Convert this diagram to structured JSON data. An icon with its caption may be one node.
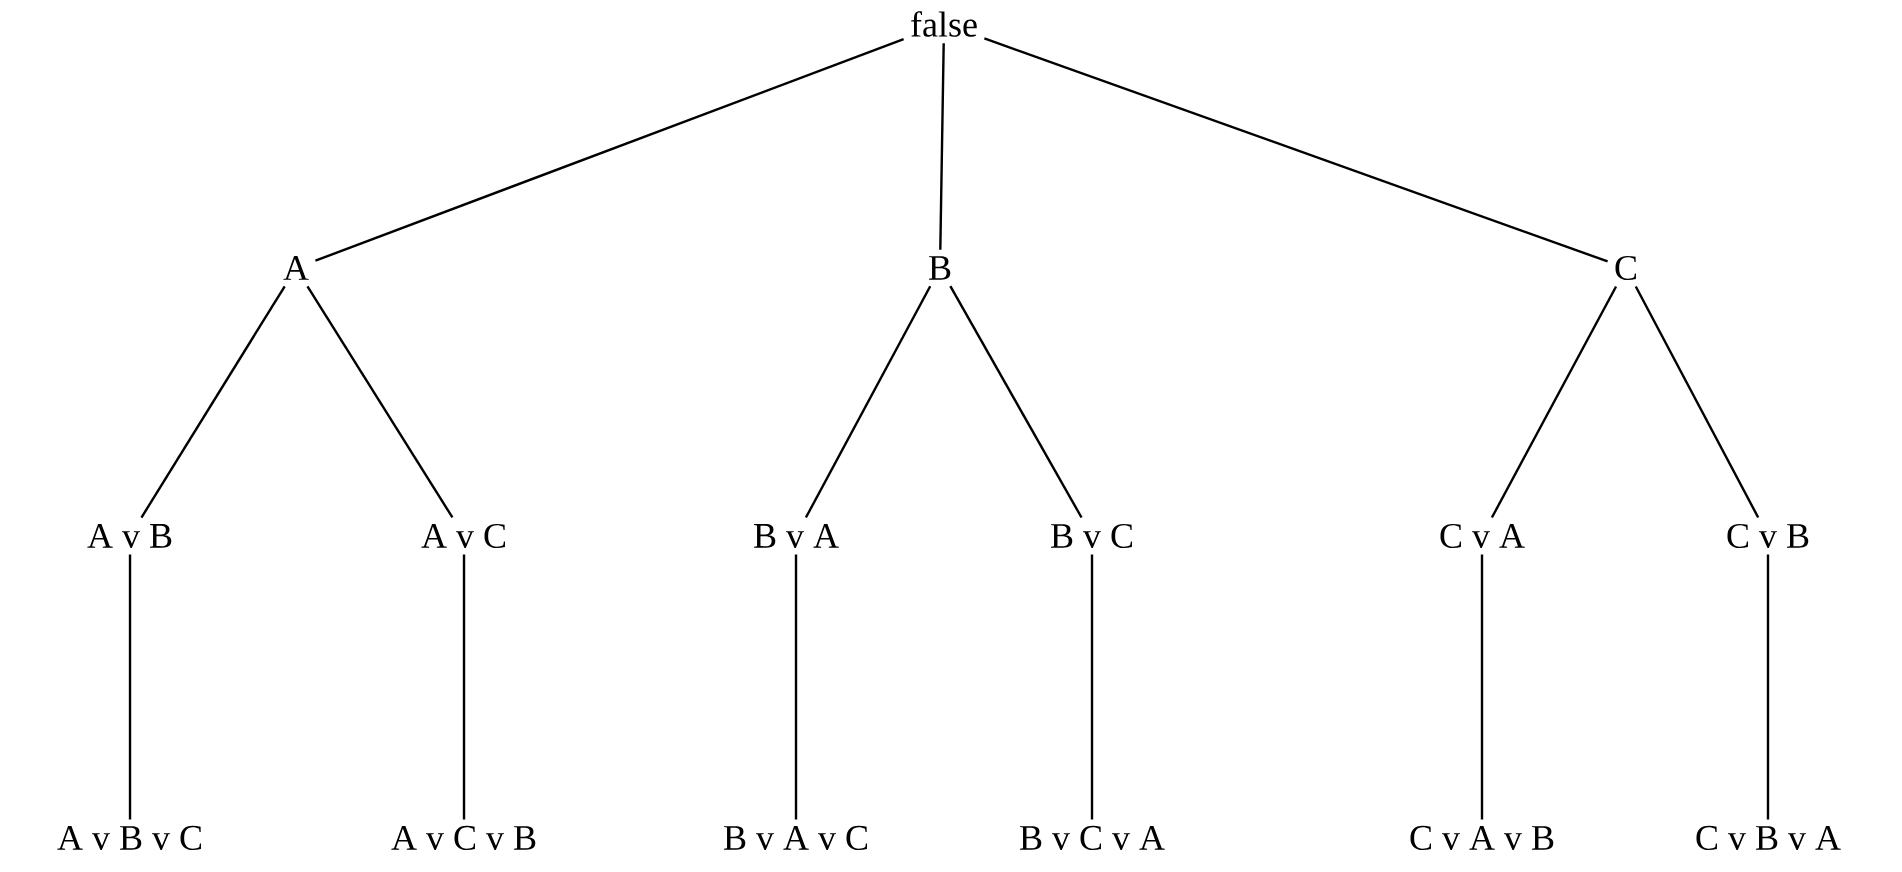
{
  "diagram": {
    "nodes": [
      {
        "text": [
          "false"
        ]
      },
      {
        "text": [
          "A"
        ]
      },
      {
        "text": [
          "B"
        ]
      },
      {
        "text": [
          "C"
        ]
      },
      {
        "text": [
          "A v B"
        ]
      },
      {
        "text": [
          "A v C"
        ]
      },
      {
        "text": [
          "B v A"
        ]
      },
      {
        "text": [
          "B v C"
        ]
      },
      {
        "text": [
          "C v A"
        ]
      },
      {
        "text": [
          "C v B"
        ]
      },
      {
        "text": [
          "A v B v C"
        ]
      },
      {
        "text": [
          "A v C v B"
        ]
      },
      {
        "text": [
          "B v A v C"
        ]
      },
      {
        "text": [
          "B v C v A"
        ]
      },
      {
        "text": [
          "C v A v B"
        ]
      },
      {
        "text": [
          "C v B v A"
        ]
      }
    ],
    "edges": [
      {
        "from": 0,
        "to": 1,
        "arrow": "none"
      },
      {
        "from": 0,
        "to": 2,
        "arrow": "none"
      },
      {
        "from": 0,
        "to": 3,
        "arrow": "none"
      },
      {
        "from": 1,
        "to": 4,
        "arrow": "none"
      },
      {
        "from": 1,
        "to": 5,
        "arrow": "none"
      },
      {
        "from": 2,
        "to": 6,
        "arrow": "none"
      },
      {
        "from": 2,
        "to": 7,
        "arrow": "none"
      },
      {
        "from": 3,
        "to": 8,
        "arrow": "none"
      },
      {
        "from": 3,
        "to": 9,
        "arrow": "none"
      },
      {
        "from": 4,
        "to": 10,
        "arrow": "none"
      },
      {
        "from": 5,
        "to": 11,
        "arrow": "none"
      },
      {
        "from": 6,
        "to": 12,
        "arrow": "none"
      },
      {
        "from": 7,
        "to": 13,
        "arrow": "none"
      },
      {
        "from": 8,
        "to": 14,
        "arrow": "none"
      },
      {
        "from": 9,
        "to": 15,
        "arrow": "none"
      }
    ]
  }
}
